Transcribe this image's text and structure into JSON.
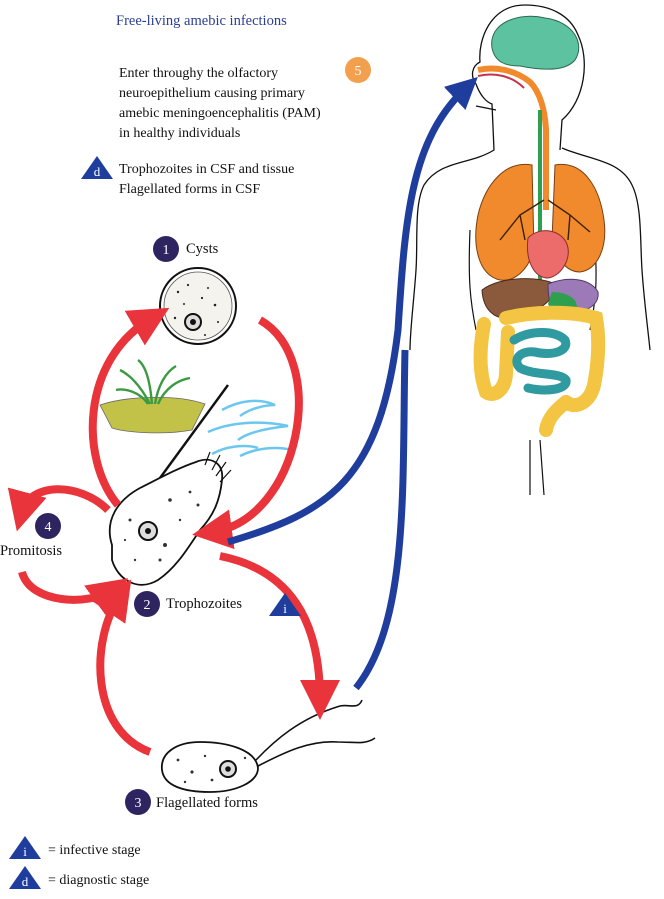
{
  "title": "Free-living amebic infections",
  "entry": {
    "step": "5",
    "lines": [
      "Enter throughy the olfactory",
      "neuroepithelium causing primary",
      "amebic meningoencephalitis (PAM)",
      "in healthy individuals"
    ]
  },
  "diagnostic_note": {
    "symbol": "d",
    "lines": [
      "Trophozoites in CSF and tissue",
      "Flagellated forms in CSF"
    ]
  },
  "stages": {
    "cysts": {
      "num": "1",
      "label": "Cysts"
    },
    "trophozoites": {
      "num": "2",
      "label": "Trophozoites"
    },
    "flagellated": {
      "num": "3",
      "label": "Flagellated forms"
    },
    "promitosis": {
      "num": "4",
      "label": "Promitosis"
    }
  },
  "infective_marker": "i",
  "legend": [
    {
      "symbol": "i",
      "text": "= infective stage"
    },
    {
      "symbol": "d",
      "text": "= diagnostic stage"
    }
  ],
  "colors": {
    "title": "#2a3f93",
    "cycle_arrow": "#e8343a",
    "infection_arrow": "#1f3d9c",
    "stage_circle": "#2e2560",
    "step5_circle": "#f3a04e",
    "triangle": "#1f3d9c",
    "brain": "#5cc2a0",
    "lungs": "#f08a2c",
    "heart": "#ec6b6b",
    "liver": "#8b5a3c",
    "stomach": "#2e9e4f",
    "intestine_large": "#f4c542",
    "intestine_small": "#2f9aa0",
    "water": "#6cc7ee",
    "soil": "#c3c248",
    "grass": "#3c9a42"
  }
}
